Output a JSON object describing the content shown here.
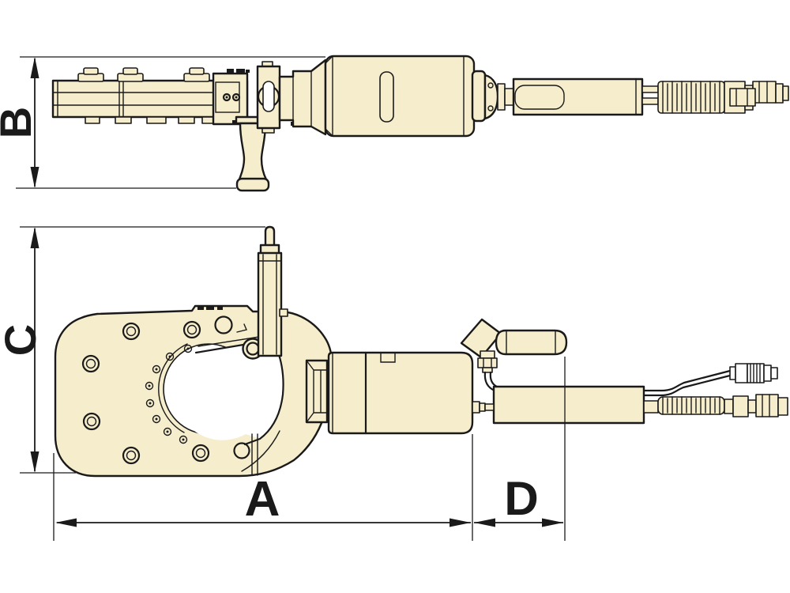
{
  "dimensions": {
    "a": {
      "label": "A"
    },
    "b": {
      "label": "B"
    },
    "c": {
      "label": "C"
    },
    "d": {
      "label": "D"
    }
  },
  "colors": {
    "body_fill": "#f5edcc",
    "outline": "#1a1a1a",
    "background": "#ffffff"
  }
}
